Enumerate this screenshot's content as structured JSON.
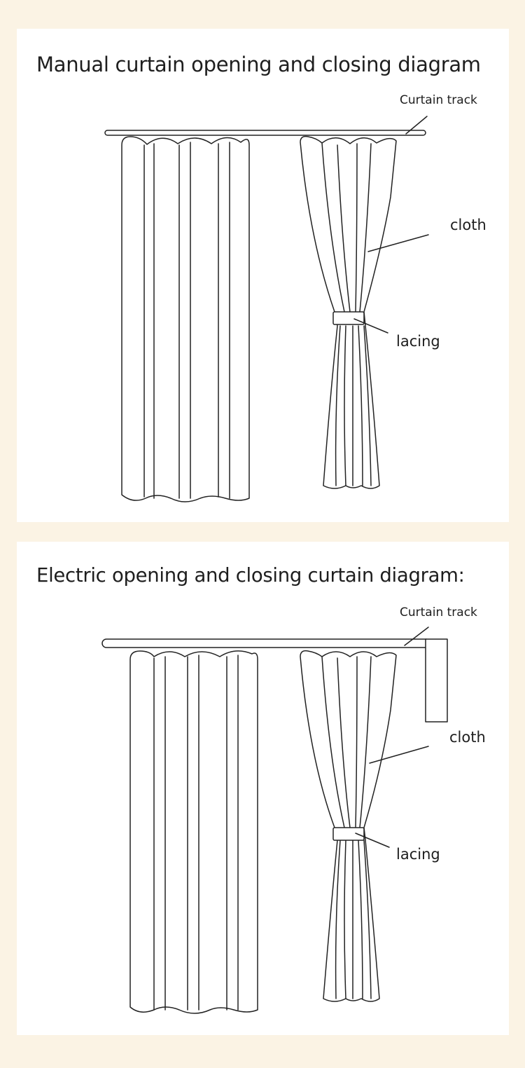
{
  "manual": {
    "title": "Manual curtain opening and closing diagram",
    "labels": {
      "track": "Curtain track",
      "cloth": "cloth",
      "lacing": "lacing"
    }
  },
  "electric": {
    "title": "Electric opening and closing curtain diagram:",
    "labels": {
      "track": "Curtain track",
      "cloth": "cloth",
      "lacing": "lacing"
    }
  },
  "colors": {
    "page_background": "#fbf3e4",
    "panel_background": "#ffffff",
    "line": "#222222"
  }
}
